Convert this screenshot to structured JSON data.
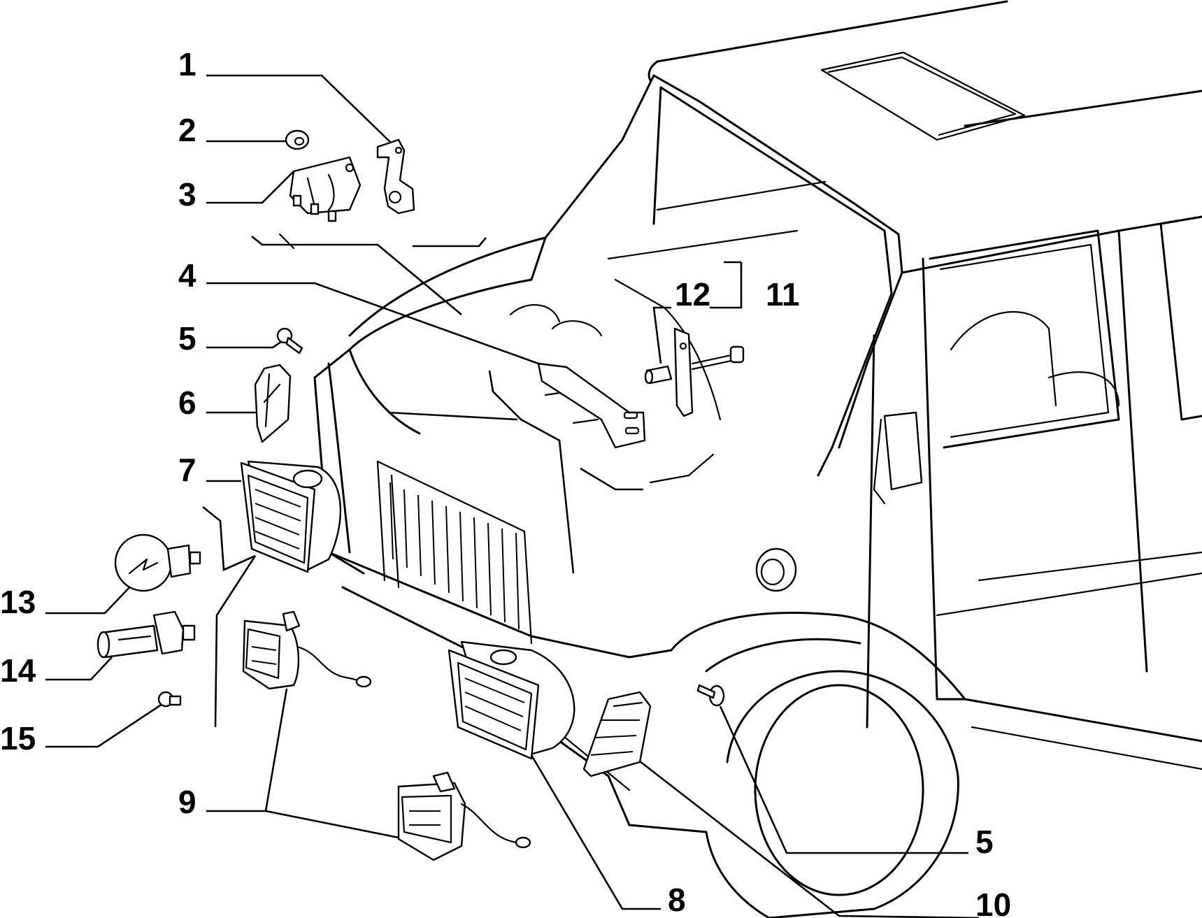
{
  "callouts": [
    {
      "id": "1",
      "label": "1"
    },
    {
      "id": "2",
      "label": "2"
    },
    {
      "id": "3",
      "label": "3"
    },
    {
      "id": "4",
      "label": "4"
    },
    {
      "id": "5a",
      "label": "5"
    },
    {
      "id": "6",
      "label": "6"
    },
    {
      "id": "7",
      "label": "7"
    },
    {
      "id": "13",
      "label": "13"
    },
    {
      "id": "14",
      "label": "14"
    },
    {
      "id": "15",
      "label": "15"
    },
    {
      "id": "9",
      "label": "9"
    },
    {
      "id": "12",
      "label": "12"
    },
    {
      "id": "11",
      "label": "11"
    },
    {
      "id": "5b",
      "label": "5"
    },
    {
      "id": "8",
      "label": "8"
    },
    {
      "id": "10",
      "label": "10"
    }
  ],
  "colors": {
    "line": "#000000",
    "background": "#ffffff"
  }
}
